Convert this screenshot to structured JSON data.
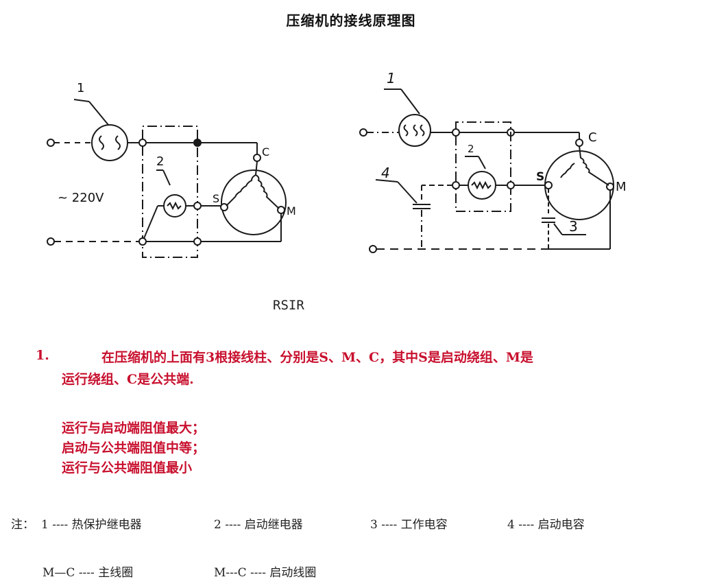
{
  "title": "压缩机的接线原理图",
  "diagram_left": {
    "labels": {
      "relay1": "1",
      "relay2": "2",
      "voltage": "~ 220V",
      "c": "C",
      "s": "S",
      "m": "M"
    }
  },
  "diagram_right": {
    "labels": {
      "relay1": "1",
      "relay2": "2",
      "cap3": "3",
      "cap4": "4",
      "c": "C",
      "s": "S",
      "m": "M"
    }
  },
  "caption": "RSIR",
  "paragraph": {
    "number": "1.",
    "line1": "在压缩机的上面有3根接线柱、分别是S、M、C，其中S是启动绕组、M是",
    "line2": "运行绕组、C是公共端."
  },
  "resistance_list": [
    "运行与启动端阻值最大；",
    "启动与公共端阻值中等；",
    "运行与公共端阻值最小"
  ],
  "notes": {
    "prefix": "注：",
    "items": [
      "1 ----  热保护继电器",
      "2 ----  启动继电器",
      "3 ----  工作电容",
      "4 ----  启动电容"
    ],
    "coils": [
      "M—C ----  主线圈",
      "M---C ----  启动线圈"
    ]
  },
  "colors": {
    "text_red": "#c8102e",
    "line": "#1a1a1a"
  }
}
